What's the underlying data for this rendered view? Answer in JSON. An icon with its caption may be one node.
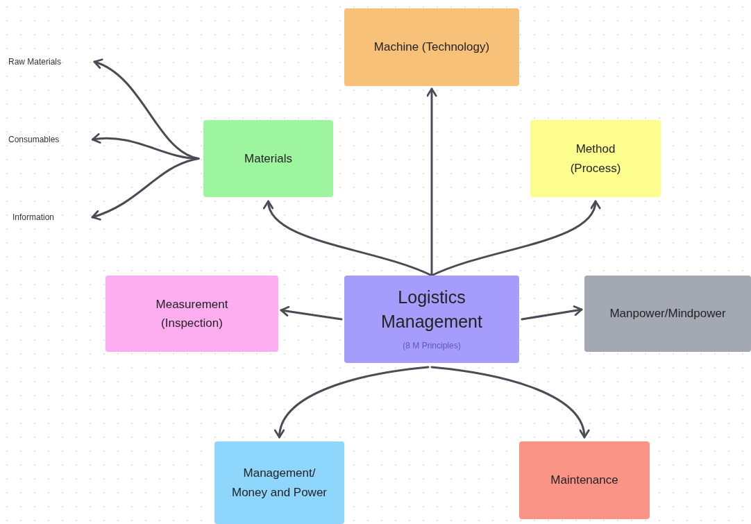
{
  "diagram": {
    "nodes": [
      {
        "text": [
          "Machine (Technology)"
        ]
      },
      {
        "text": [
          "Raw Materials"
        ]
      },
      {
        "text": [
          "Materials"
        ]
      },
      {
        "text": [
          "Method (Process)"
        ]
      },
      {
        "text": [
          "Consumables"
        ]
      },
      {
        "text": [
          "Information"
        ]
      },
      {
        "text": [
          "Measurement (Inspection)"
        ]
      },
      {
        "text": [
          "Logistics Management",
          "(8 M Principles)"
        ]
      },
      {
        "text": [
          "Manpower/Mindpower"
        ]
      },
      {
        "text": [
          "Management/ Money and Power"
        ]
      },
      {
        "text": [
          "Maintenance"
        ]
      }
    ],
    "edges": [
      {
        "from": 7,
        "to": 0,
        "arrow": "to"
      },
      {
        "from": 7,
        "to": 2,
        "arrow": "to"
      },
      {
        "from": 7,
        "to": 3,
        "arrow": "to"
      },
      {
        "from": 2,
        "to": 1,
        "arrow": "to"
      },
      {
        "from": 2,
        "to": 4,
        "arrow": "to"
      },
      {
        "from": 2,
        "to": 5,
        "arrow": "to"
      },
      {
        "from": 7,
        "to": 6,
        "arrow": "to"
      },
      {
        "from": 7,
        "to": 8,
        "arrow": "to"
      },
      {
        "from": 7,
        "to": 9,
        "arrow": "to"
      },
      {
        "from": 7,
        "to": 10,
        "arrow": "to"
      }
    ]
  }
}
